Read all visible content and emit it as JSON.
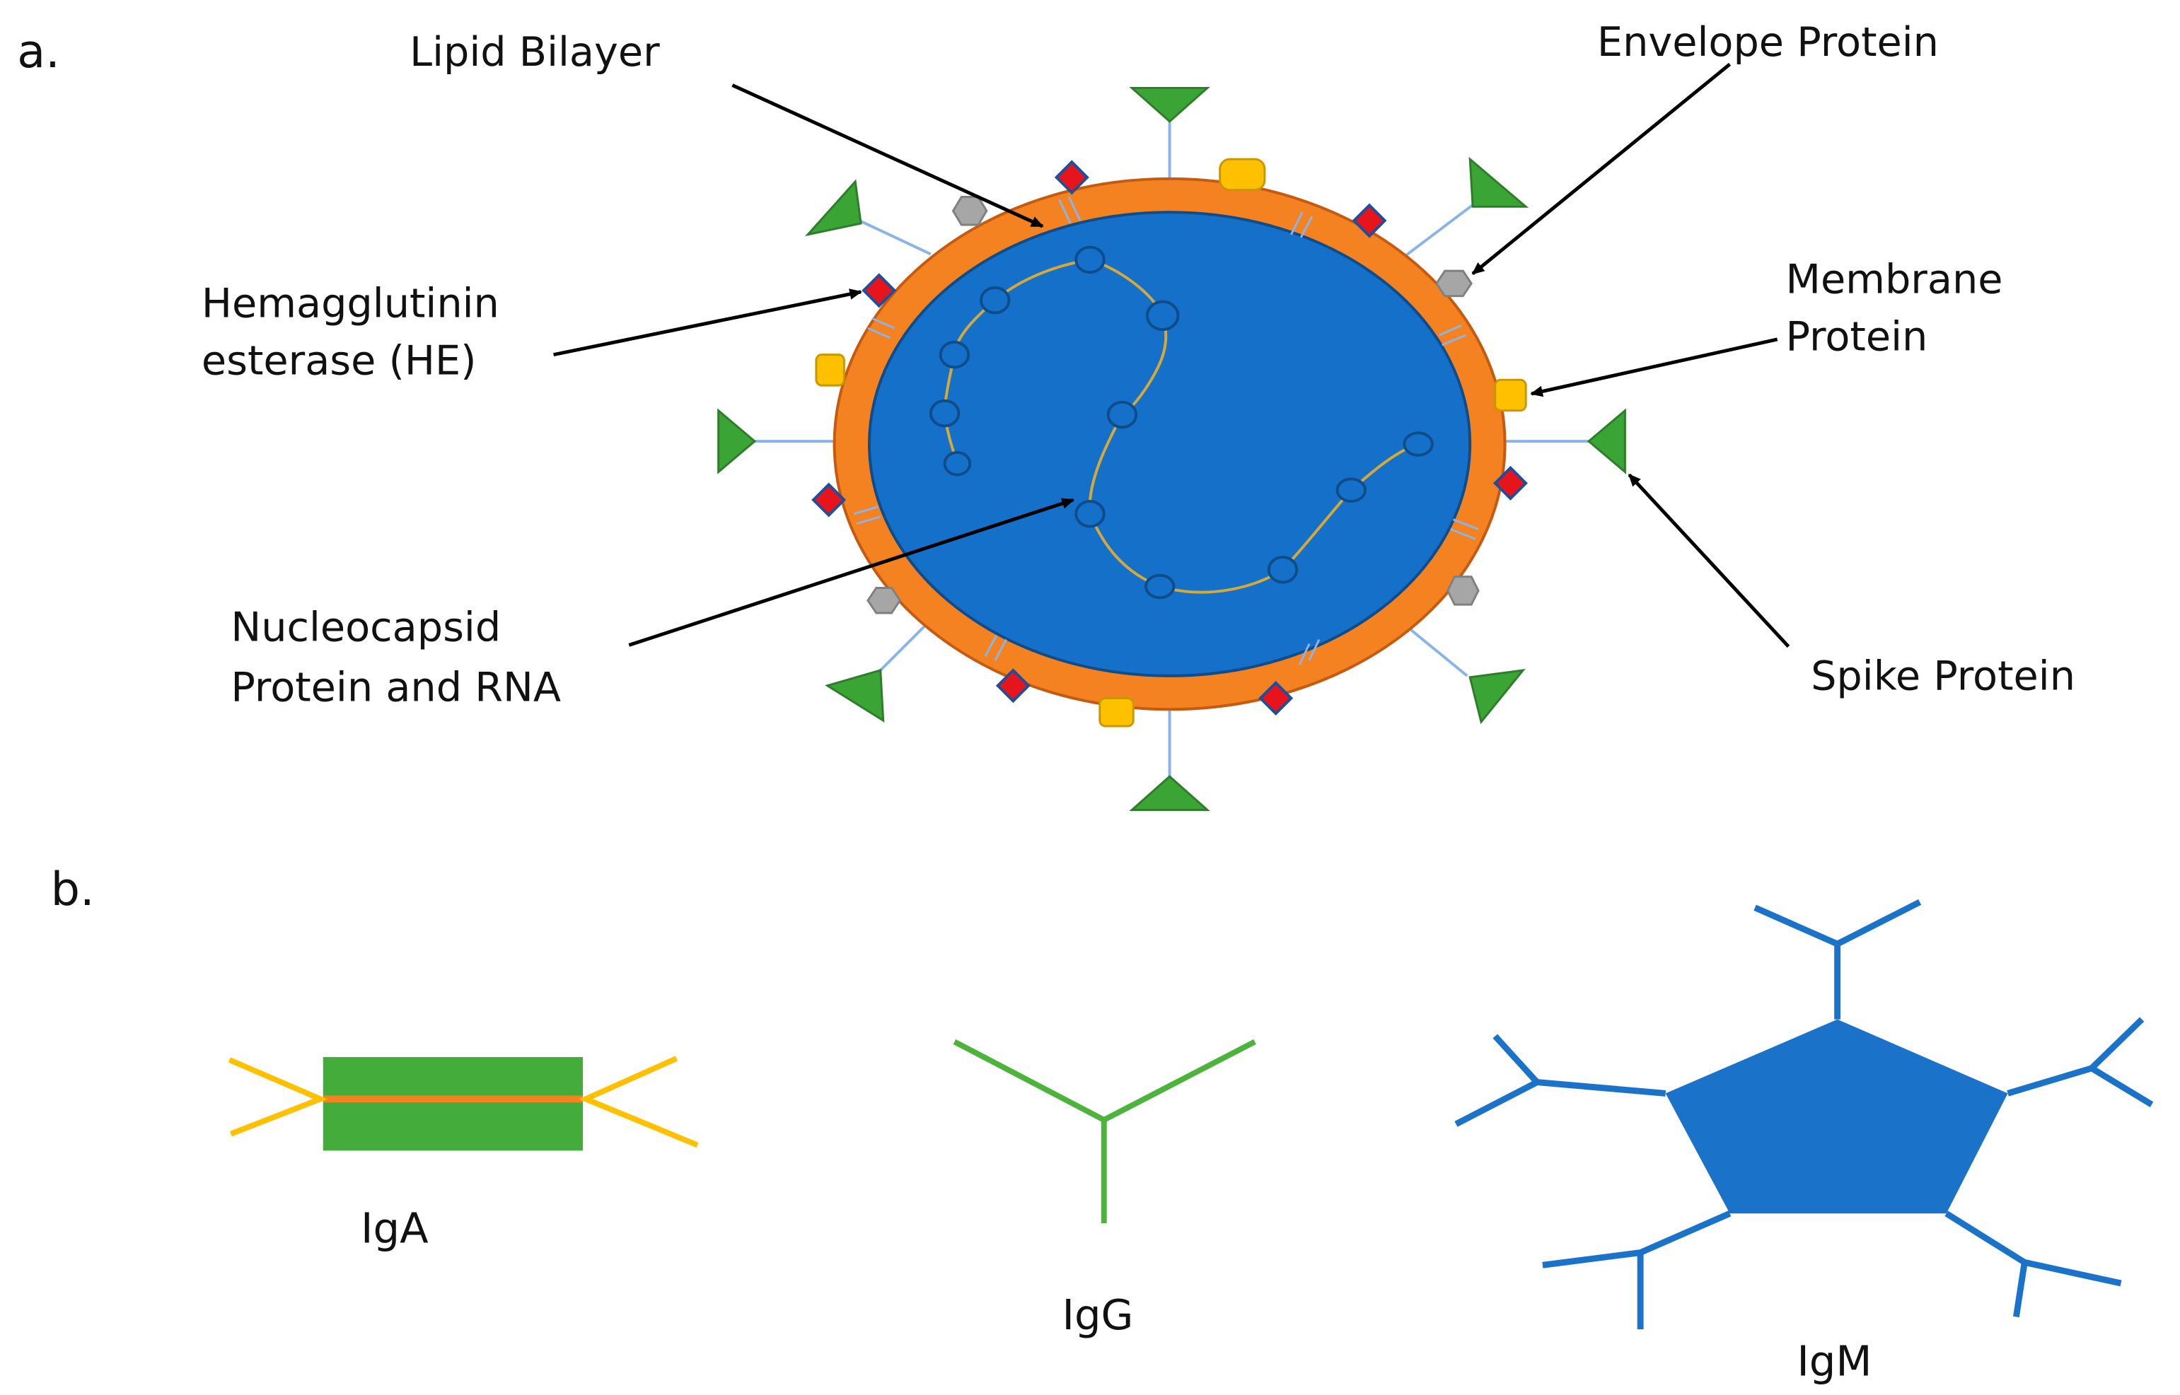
{
  "figure": {
    "panel_a": {
      "label": "a.",
      "annotations": {
        "lipid_bilayer": "Lipid Bilayer",
        "envelope_protein": "Envelope Protein",
        "hemagglutinin_line1": "Hemagglutinin",
        "hemagglutinin_line2": "esterase (HE)",
        "membrane_line1": "Membrane",
        "membrane_line2": "Protein",
        "nucleocapsid_line1": "Nucleocapsid",
        "nucleocapsid_line2": "Protein and RNA",
        "spike_protein": "Spike Protein"
      }
    },
    "panel_b": {
      "label": "b.",
      "antibodies": [
        {
          "name": "IgA"
        },
        {
          "name": "IgG"
        },
        {
          "name": "IgM"
        }
      ]
    }
  },
  "colors": {
    "envelope_orange": "#F58220",
    "core_blue": "#1570C9",
    "spike_green": "#3AA535",
    "he_red": "#E8141C",
    "membrane_yellow": "#FFC000",
    "envelope_gray": "#A6A6A6",
    "stalk_blue": "#8AB4E8",
    "rna_gold": "#D4A93A",
    "iga_green": "#44AC3A",
    "iga_yellow": "#FFC000",
    "igg_green": "#4CB33B",
    "igm_blue": "#1A73C8"
  }
}
